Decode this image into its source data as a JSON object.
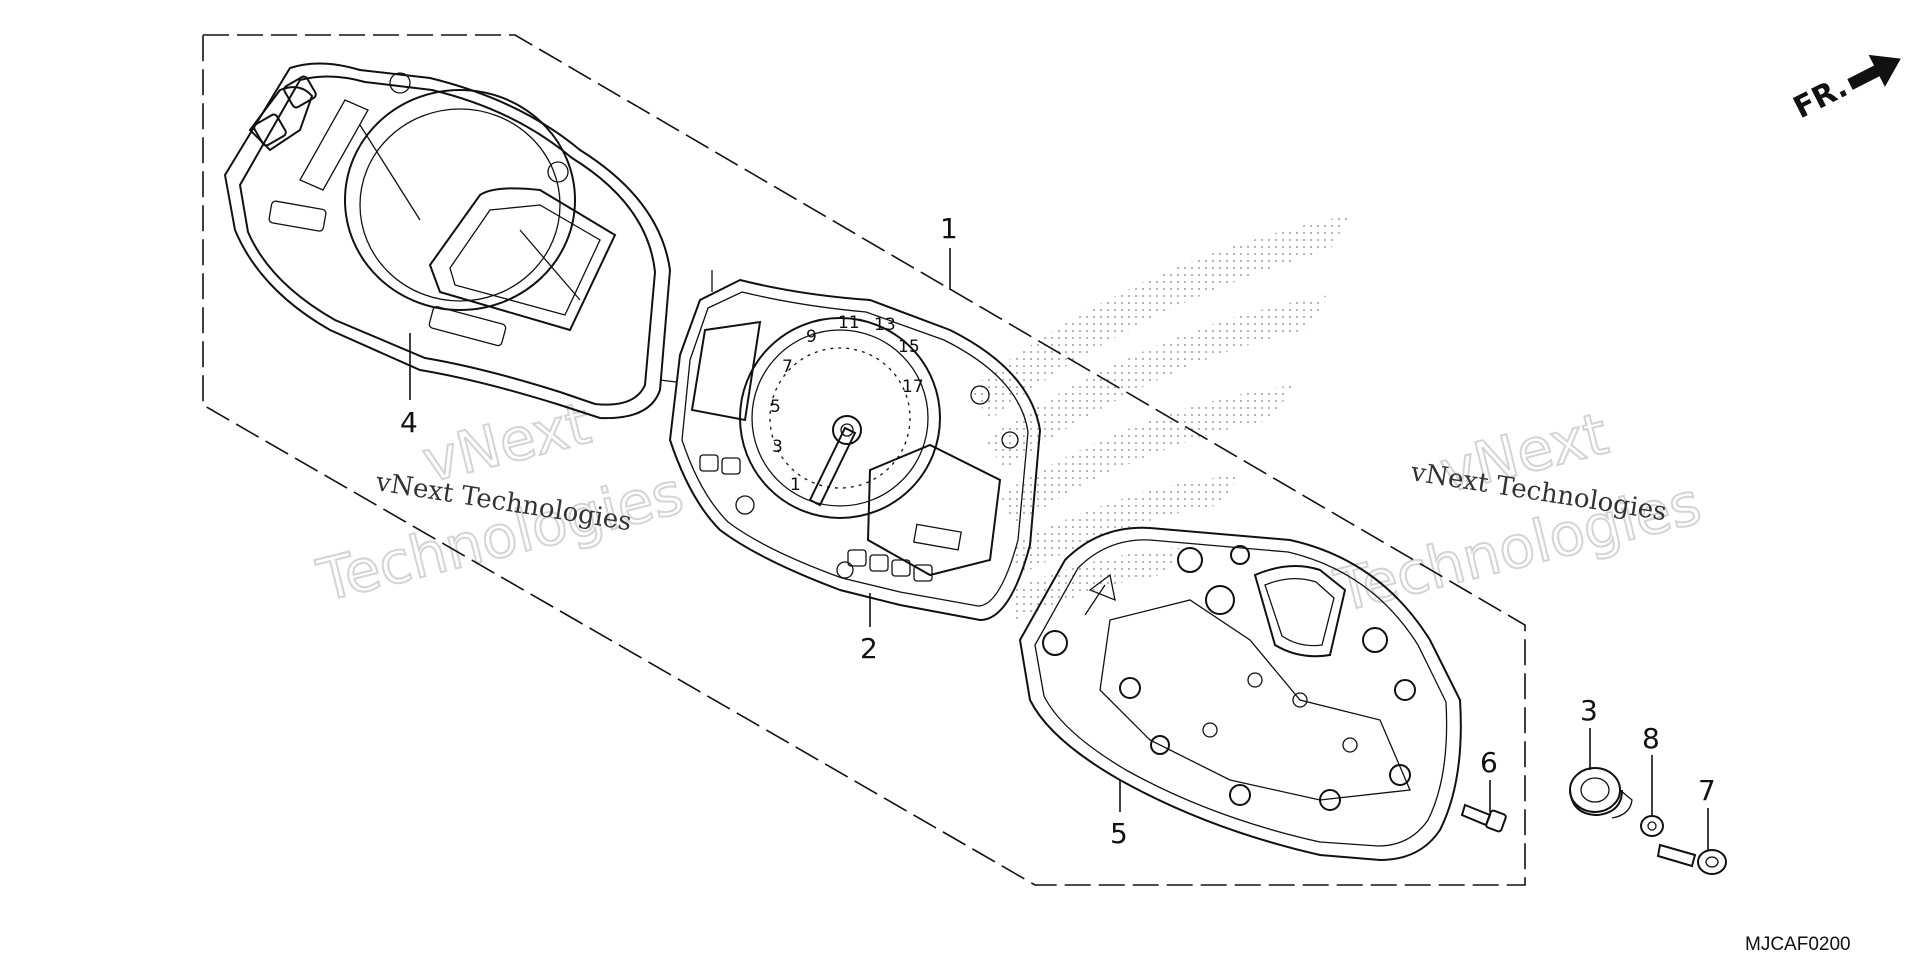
{
  "diagram": {
    "drawing_code": "MJCAF0200",
    "front_label": "FR.",
    "watermarks": {
      "small": "vNext Technologies",
      "big_line1": "vNext",
      "big_line2": "Technologies"
    },
    "parts": [
      {
        "callout": "1",
        "part": "meter-assembly-group"
      },
      {
        "callout": "2",
        "part": "meter-unit"
      },
      {
        "callout": "3",
        "part": "grommet"
      },
      {
        "callout": "4",
        "part": "meter-visor-upper-case"
      },
      {
        "callout": "5",
        "part": "meter-lower-case"
      },
      {
        "callout": "6",
        "part": "screw"
      },
      {
        "callout": "7",
        "part": "bolt"
      },
      {
        "callout": "8",
        "part": "washer"
      }
    ],
    "gauge_numbers": [
      "1",
      "3",
      "5",
      "7",
      "9",
      "11",
      "13",
      "15",
      "17"
    ],
    "icons": [
      "front-arrow-icon"
    ]
  }
}
